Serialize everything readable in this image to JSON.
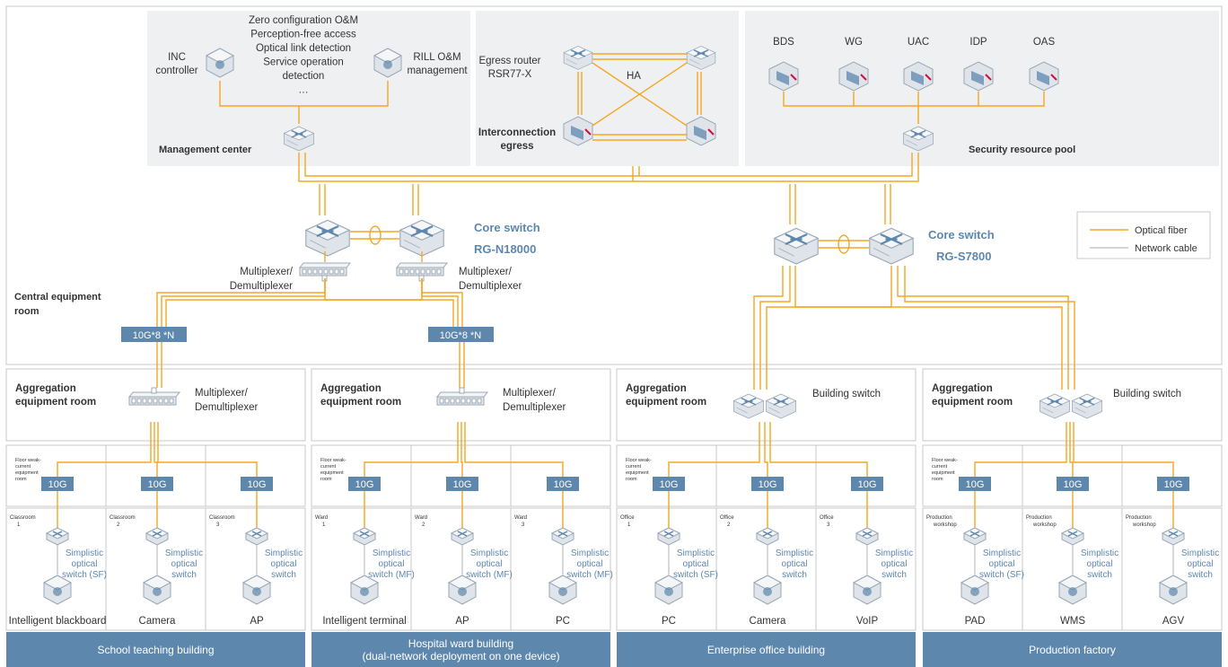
{
  "top": {
    "mgmt_lines": [
      "Zero configuration O&M",
      "Perception-free access",
      "Optical link detection",
      "Service operation",
      "detection",
      "…"
    ],
    "inc_controller": [
      "INC",
      "controller"
    ],
    "rill": [
      "RILL O&M",
      "management"
    ],
    "management_center": "Management center",
    "egress_router": [
      "Egress router",
      "RSR77-X"
    ],
    "ha": "HA",
    "interconnection_egress": [
      "Interconnection",
      "egress"
    ],
    "security_pool": "Security resource pool",
    "security_items": [
      "BDS",
      "WG",
      "UAC",
      "IDP",
      "OAS"
    ]
  },
  "core": {
    "left_title": "Core switch",
    "left_model": "RG-N18000",
    "right_title": "Core switch",
    "right_model": "RG-S7800",
    "mux_label": [
      "Multiplexer/",
      "Demultiplexer"
    ],
    "central_room": [
      "Central equipment",
      "room"
    ],
    "trunk_label": "10G*8 *N"
  },
  "legend": {
    "fiber": "Optical fiber",
    "cable": "Network cable"
  },
  "aggregation": {
    "title": [
      "Aggregation",
      "equipment room"
    ],
    "mux": [
      "Multiplexer/",
      "Demultiplexer"
    ],
    "building_switch": "Building switch"
  },
  "floor": {
    "label": [
      "Floor weak-",
      "current",
      "equipment",
      "room"
    ],
    "link": "10G"
  },
  "buildings": [
    {
      "name": [
        "School teaching building"
      ],
      "rooms": [
        {
          "label": [
            "Classroom",
            "1"
          ],
          "switch": [
            "Simplistic",
            "optical",
            "switch (SF)"
          ],
          "device": "Intelligent blackboard"
        },
        {
          "label": [
            "Classroom",
            "2"
          ],
          "switch": [
            "Simplistic",
            "optical",
            "switch"
          ],
          "device": "Camera"
        },
        {
          "label": [
            "Classroom",
            "3"
          ],
          "switch": [
            "Simplistic",
            "optical",
            "switch"
          ],
          "device": "AP"
        }
      ]
    },
    {
      "name": [
        "Hospital ward building",
        "(dual-network deployment on one device)"
      ],
      "rooms": [
        {
          "label": [
            "Ward",
            "1"
          ],
          "switch": [
            "Simplistic",
            "optical",
            "switch (MF)"
          ],
          "device": "Intelligent terminal"
        },
        {
          "label": [
            "Ward",
            "2"
          ],
          "switch": [
            "Simplistic",
            "optical",
            "switch (MF)"
          ],
          "device": "AP"
        },
        {
          "label": [
            "Ward",
            "3"
          ],
          "switch": [
            "Simplistic",
            "optical",
            "switch (MF)"
          ],
          "device": "PC"
        }
      ]
    },
    {
      "name": [
        "Enterprise office building"
      ],
      "rooms": [
        {
          "label": [
            "Office",
            "1"
          ],
          "switch": [
            "Simplistic",
            "optical",
            "switch (SF)"
          ],
          "device": "PC"
        },
        {
          "label": [
            "Office",
            "2"
          ],
          "switch": [
            "Simplistic",
            "optical",
            "switch"
          ],
          "device": "Camera"
        },
        {
          "label": [
            "Office",
            "3"
          ],
          "switch": [
            "Simplistic",
            "optical",
            "switch"
          ],
          "device": "VoIP"
        }
      ]
    },
    {
      "name": [
        "Production factory"
      ],
      "rooms": [
        {
          "label": [
            "Production",
            "workshop"
          ],
          "switch": [
            "Simplistic",
            "optical",
            "switch (SF)"
          ],
          "device": "PAD"
        },
        {
          "label": [
            "Production",
            "workshop"
          ],
          "switch": [
            "Simplistic",
            "optical",
            "switch"
          ],
          "device": "WMS"
        },
        {
          "label": [
            "Production",
            "workshop"
          ],
          "switch": [
            "Simplistic",
            "optical",
            "switch"
          ],
          "device": "AGV"
        }
      ]
    }
  ],
  "colors": {
    "fiber": "#f5a623",
    "cable": "#aaaaaa",
    "accent": "#5e87ad",
    "panel": "#eef0f2",
    "label_bg": "#5e87ad"
  }
}
